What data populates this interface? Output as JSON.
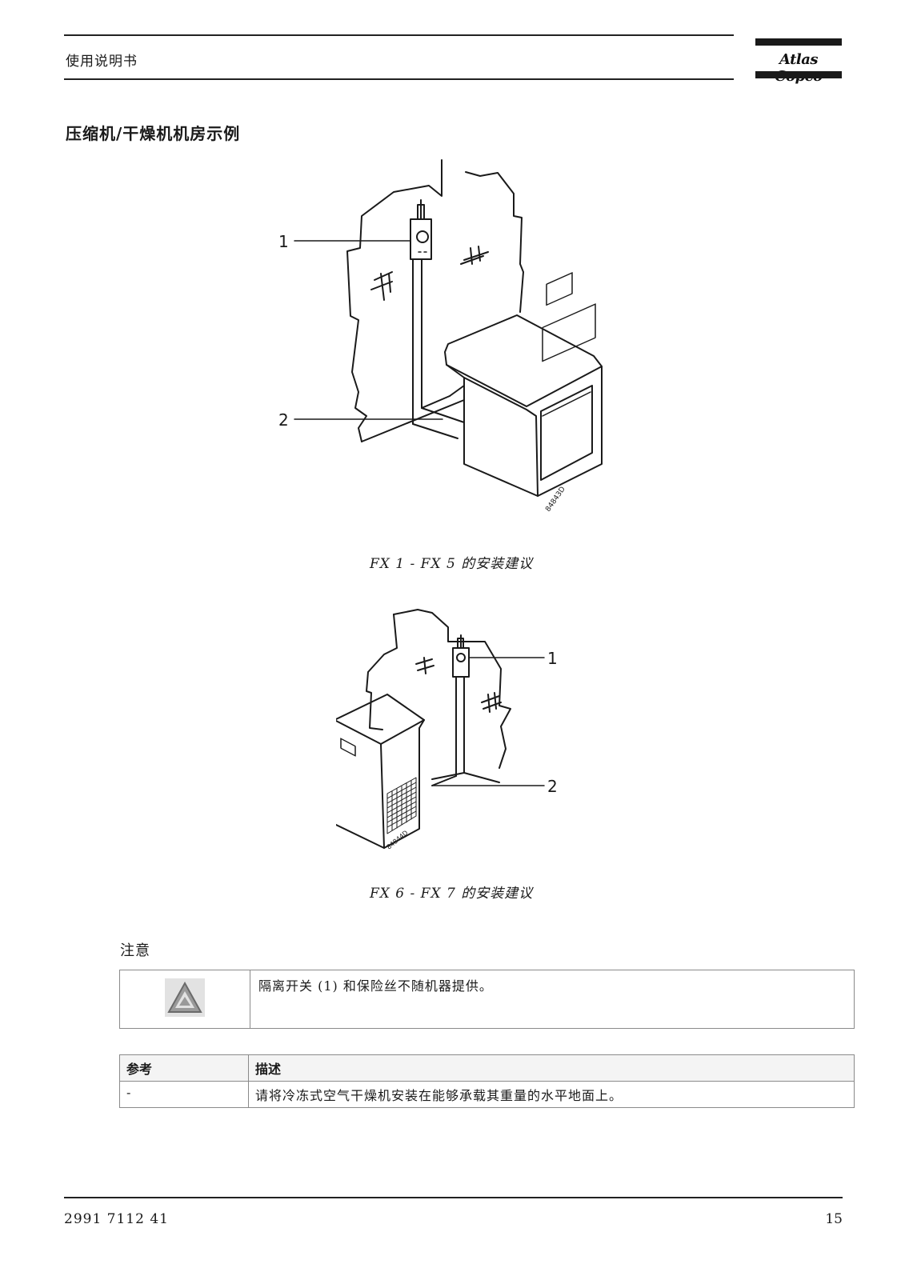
{
  "header": {
    "title": "使用说明书",
    "logo_text": "Atlas Copco"
  },
  "section_title": "压缩机/干燥机机房示例",
  "figures": [
    {
      "callouts": [
        "1",
        "2"
      ],
      "drawing_code": "84843D",
      "caption": "FX 1 - FX 5 的安装建议"
    },
    {
      "callouts": [
        "1",
        "2"
      ],
      "drawing_code": "84844D",
      "caption": "FX 6 - FX 7 的安装建议"
    }
  ],
  "note": {
    "heading": "注意",
    "icon": "warning-triangle-icon",
    "text": "隔离开关 (1) 和保险丝不随机器提供。"
  },
  "ref_table": {
    "headers": [
      "参考",
      "描述"
    ],
    "rows": [
      {
        "ref": "-",
        "desc": "请将冷冻式空气干燥机安装在能够承载其重量的水平地面上。"
      }
    ]
  },
  "footer": {
    "doc_number": "2991 7112 41",
    "page_number": "15"
  }
}
